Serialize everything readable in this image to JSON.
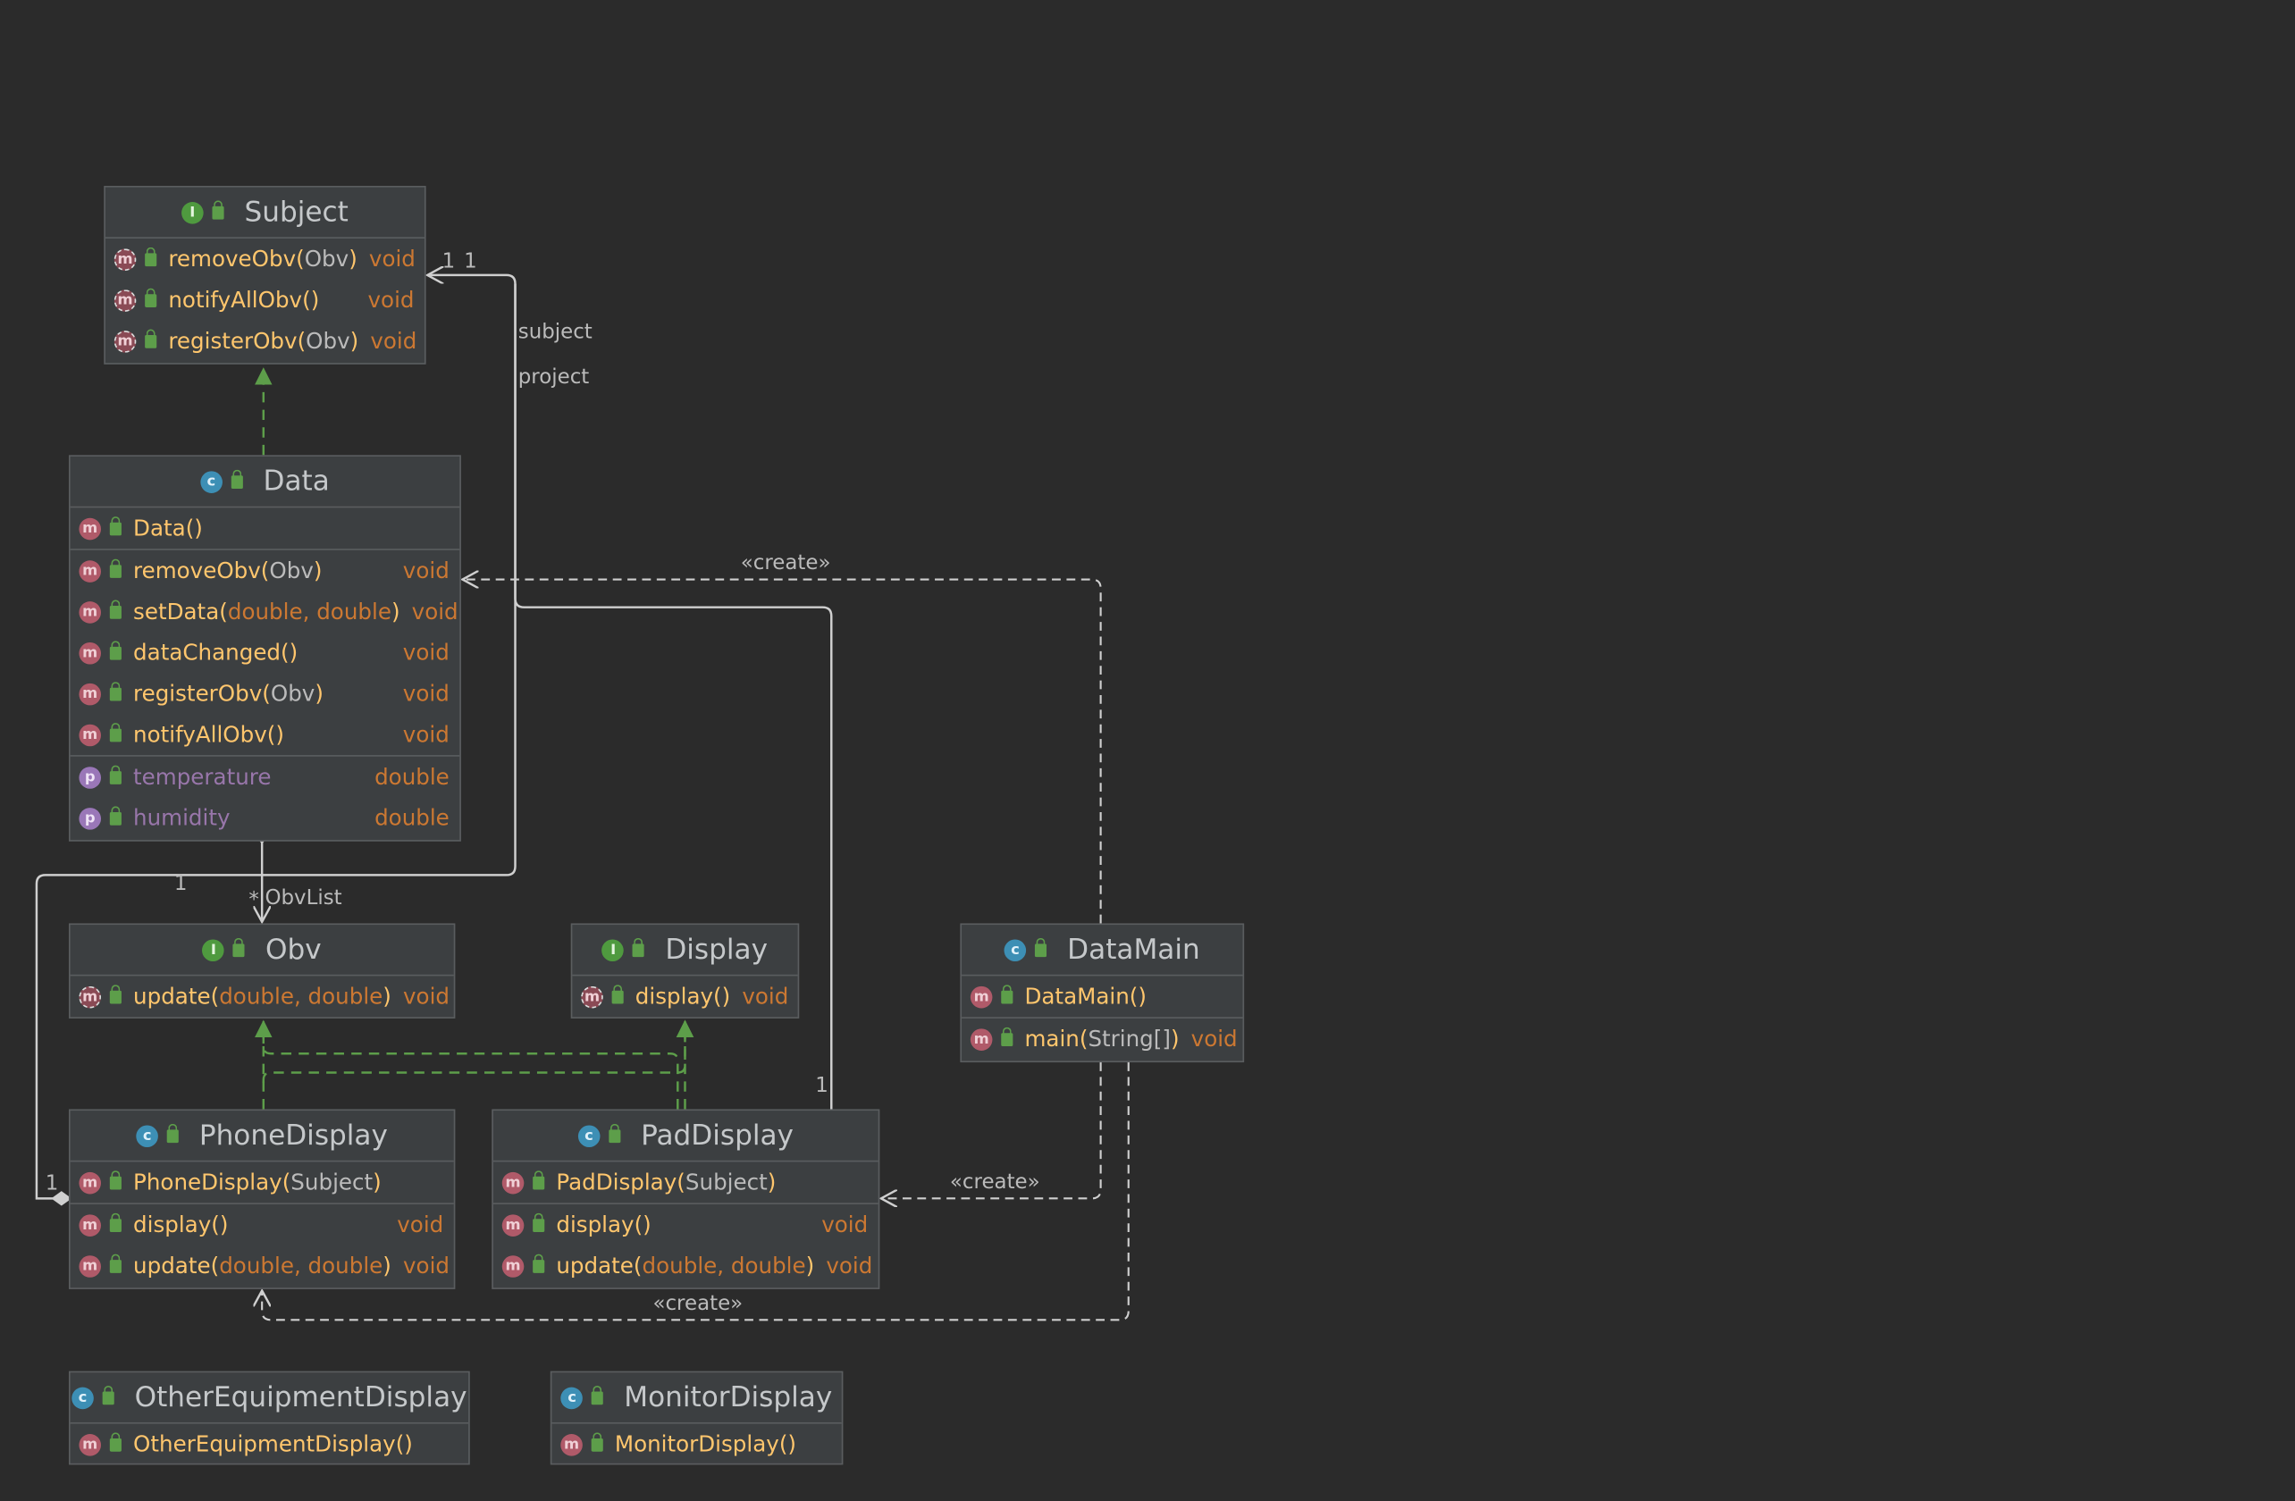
{
  "classes": {
    "subject": {
      "name": "Subject",
      "kind": "interface",
      "methods": [
        {
          "name": "removeObv",
          "params": "Obv",
          "type": "void"
        },
        {
          "name": "notifyAllObv",
          "params": "",
          "type": "void"
        },
        {
          "name": "registerObv",
          "params": "Obv",
          "type": "void"
        }
      ]
    },
    "data": {
      "name": "Data",
      "kind": "class",
      "constructor": "Data",
      "methods": [
        {
          "name": "removeObv",
          "params": "Obv",
          "type": "void"
        },
        {
          "name": "setData",
          "params": "double, double",
          "type": "void"
        },
        {
          "name": "dataChanged",
          "params": "",
          "type": "void"
        },
        {
          "name": "registerObv",
          "params": "Obv",
          "type": "void"
        },
        {
          "name": "notifyAllObv",
          "params": "",
          "type": "void"
        }
      ],
      "fields": [
        {
          "name": "temperature",
          "type": "double"
        },
        {
          "name": "humidity",
          "type": "double"
        }
      ]
    },
    "obv": {
      "name": "Obv",
      "kind": "interface",
      "methods": [
        {
          "name": "update",
          "params": "double, double",
          "type": "void"
        }
      ]
    },
    "display": {
      "name": "Display",
      "kind": "interface",
      "methods": [
        {
          "name": "display",
          "params": "",
          "type": "void"
        }
      ]
    },
    "datamain": {
      "name": "DataMain",
      "kind": "class",
      "constructor": "DataMain",
      "methods": [
        {
          "name": "main",
          "params": "String[]",
          "type": "void"
        }
      ]
    },
    "phonedisplay": {
      "name": "PhoneDisplay",
      "kind": "class",
      "constructor": "PhoneDisplay",
      "constructor_params": "Subject",
      "methods": [
        {
          "name": "display",
          "params": "",
          "type": "void"
        },
        {
          "name": "update",
          "params": "double, double",
          "type": "void"
        }
      ]
    },
    "paddisplay": {
      "name": "PadDisplay",
      "kind": "class",
      "constructor": "PadDisplay",
      "constructor_params": "Subject",
      "methods": [
        {
          "name": "display",
          "params": "",
          "type": "void"
        },
        {
          "name": "update",
          "params": "double, double",
          "type": "void"
        }
      ]
    },
    "otherequipment": {
      "name": "OtherEquipmentDisplay",
      "kind": "class",
      "constructor": "OtherEquipmentDisplay"
    },
    "monitordisplay": {
      "name": "MonitorDisplay",
      "kind": "class",
      "constructor": "MonitorDisplay"
    }
  },
  "edge_labels": {
    "subject": "subject",
    "project": "project",
    "create": "«create»",
    "obvlist": "ObvList",
    "star": "*",
    "one": "1"
  },
  "icons": {
    "method": "m",
    "property": "p",
    "class": "c",
    "interface": "I"
  },
  "colors": {
    "background": "#2b2b2b",
    "box": "#3c3f41",
    "method": "#ffc66d",
    "type": "#cc7832",
    "field": "#9876aa",
    "realization": "#5d9e4a",
    "association": "#cfcfcf"
  }
}
